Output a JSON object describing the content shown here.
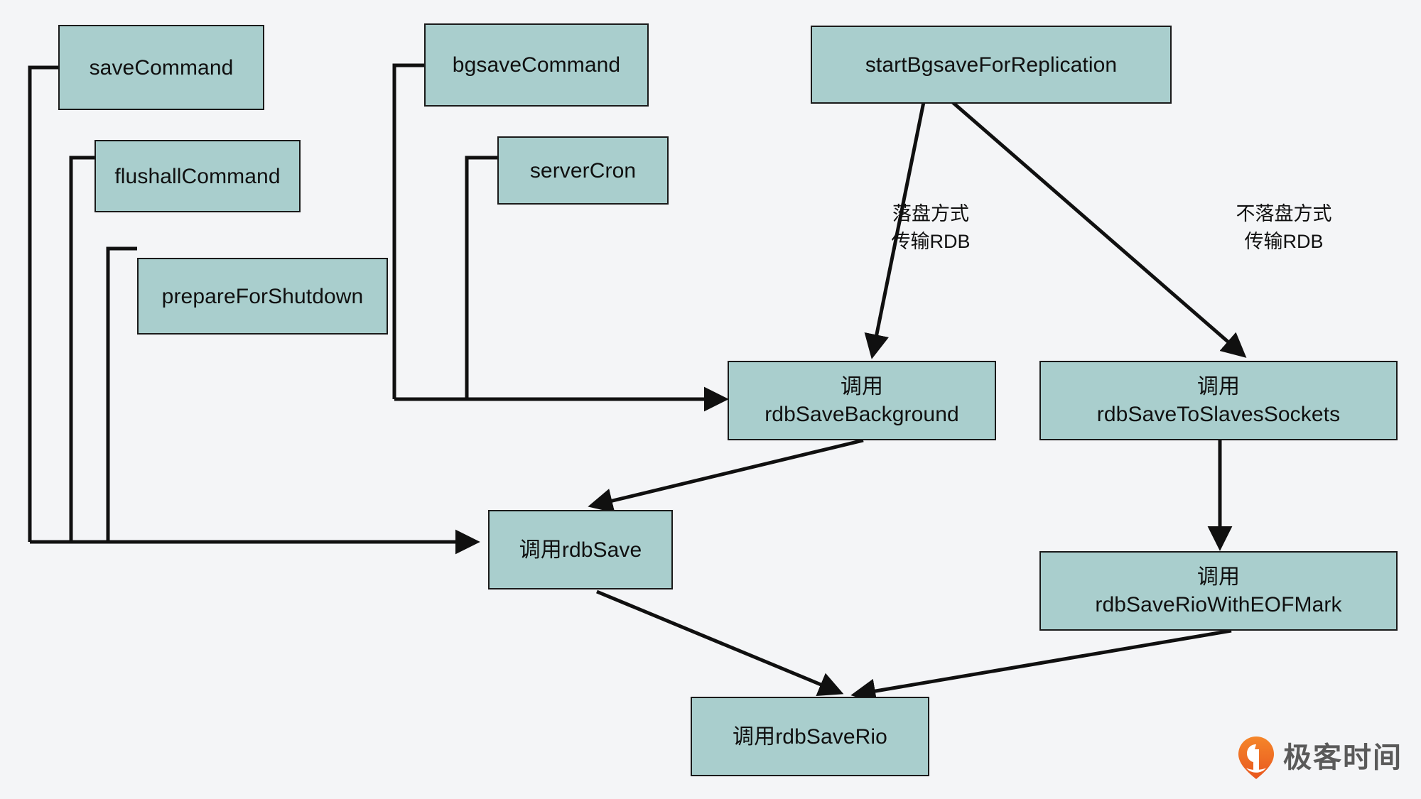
{
  "diagram": {
    "title": "Redis RDB save call flow",
    "background_color": "#f4f5f7",
    "node_fill": "#a9cecd",
    "node_stroke": "#1a1a1a",
    "nodes": [
      {
        "id": "saveCommand",
        "line1": "saveCommand",
        "line2": ""
      },
      {
        "id": "flushallCommand",
        "line1": "flushallCommand",
        "line2": ""
      },
      {
        "id": "prepareForShutdown",
        "line1": "prepareForShutdown",
        "line2": ""
      },
      {
        "id": "bgsaveCommand",
        "line1": "bgsaveCommand",
        "line2": ""
      },
      {
        "id": "serverCron",
        "line1": "serverCron",
        "line2": ""
      },
      {
        "id": "startBgsaveForReplication",
        "line1": "startBgsaveForReplication",
        "line2": ""
      },
      {
        "id": "rdbSaveBackground",
        "line1": "调用",
        "line2": "rdbSaveBackground"
      },
      {
        "id": "rdbSaveToSlavesSockets",
        "line1": "调用",
        "line2": "rdbSaveToSlavesSockets"
      },
      {
        "id": "rdbSave",
        "line1": "调用rdbSave",
        "line2": ""
      },
      {
        "id": "rdbSaveRioWithEOFMark",
        "line1": "调用",
        "line2": "rdbSaveRioWithEOFMark"
      },
      {
        "id": "rdbSaveRio",
        "line1": "调用rdbSaveRio",
        "line2": ""
      }
    ],
    "edge_labels": [
      {
        "id": "disk-path",
        "line1": "落盘方式",
        "line2": "传输RDB"
      },
      {
        "id": "no-disk-path",
        "line1": "不落盘方式",
        "line2": "传输RDB"
      }
    ]
  },
  "watermark": {
    "text": "极客时间",
    "logo_color_start": "#f07a22",
    "logo_color_end": "#e8571f",
    "text_color": "#5a5a5a"
  }
}
